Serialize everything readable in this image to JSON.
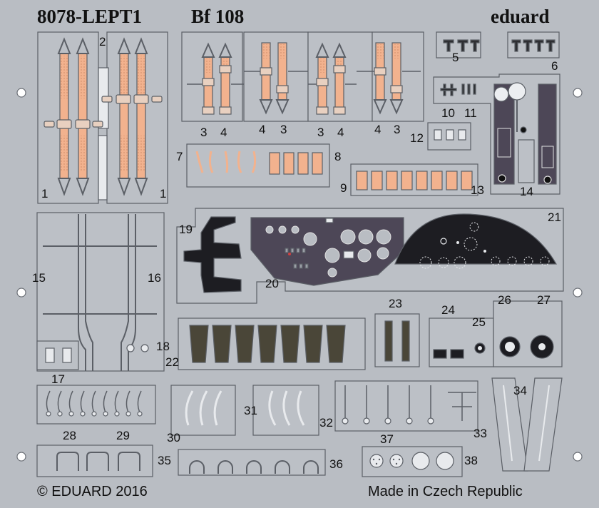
{
  "header": {
    "set_code": "8078-LEPT1",
    "model": "Bf 108",
    "brand": "eduard"
  },
  "footer": {
    "copyright": "© EDUARD 2016",
    "origin": "Made in Czech Republic"
  },
  "part_numbers": {
    "p1a": "1",
    "p1b": "1",
    "p2": "2",
    "p3a": "3",
    "p4a": "4",
    "p4b": "4",
    "p3b": "3",
    "p3c": "3",
    "p4c": "4",
    "p4d": "4",
    "p3d": "3",
    "p5": "5",
    "p6": "6",
    "p7": "7",
    "p8": "8",
    "p9": "9",
    "p10": "10",
    "p11": "11",
    "p12": "12",
    "p13": "13",
    "p14": "14",
    "p15": "15",
    "p16": "16",
    "p17": "17",
    "p18": "18",
    "p19": "19",
    "p20": "20",
    "p21": "21",
    "p22": "22",
    "p23": "23",
    "p24": "24",
    "p25": "25",
    "p26": "26",
    "p27": "27",
    "p28": "28",
    "p29": "29",
    "p30": "30",
    "p31": "31",
    "p32": "32",
    "p33": "33",
    "p34": "34",
    "p35": "35",
    "p36": "36",
    "p37": "37",
    "p38": "38"
  },
  "colors": {
    "fret": "#b9bdc3",
    "part_fill": "#bcc0c6",
    "outline": "#5b5f66",
    "belt": "#f2b28e",
    "panel_purple": "#4d4757",
    "panel_black": "#1d1d22",
    "khaki": "#4a4638",
    "brand_text": "#111111"
  }
}
